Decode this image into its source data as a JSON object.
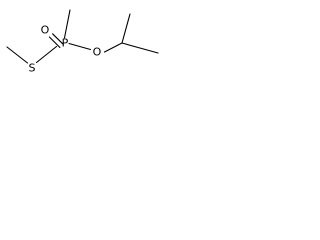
{
  "molecule": {
    "atoms": {
      "oxygen_double": "O",
      "phosphorus": "P",
      "oxygen_ester": "O",
      "sulfur": "S"
    }
  }
}
